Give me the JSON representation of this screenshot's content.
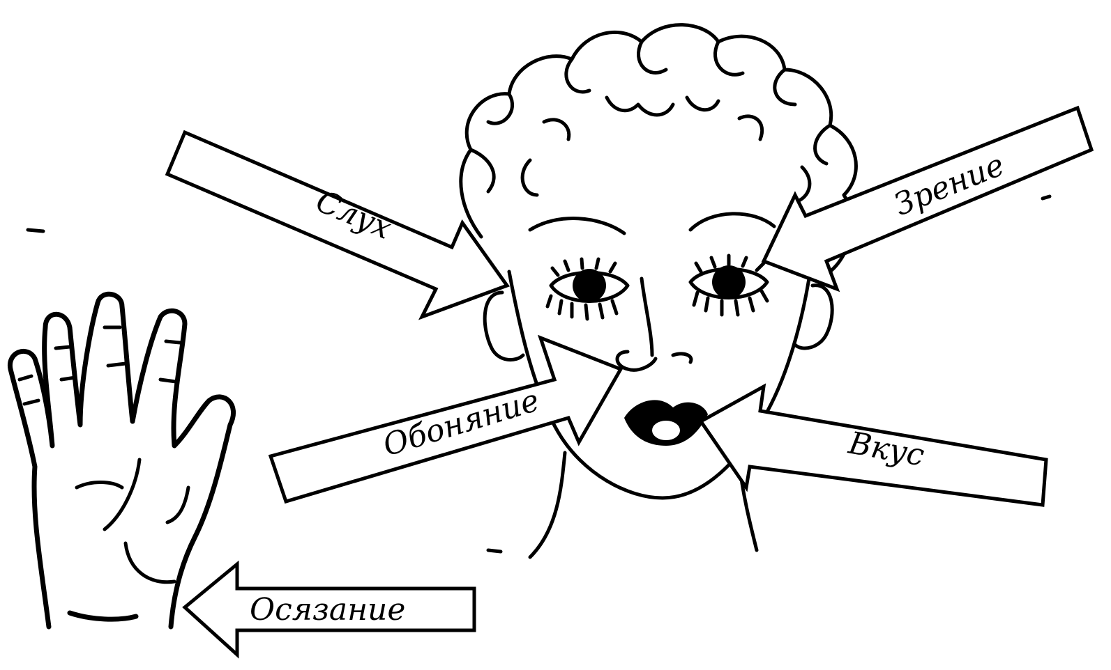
{
  "labels": {
    "hearing": "Слух",
    "sight": "Зрение",
    "smell": "Обоняние",
    "taste": "Вкус",
    "touch": "Осязание"
  }
}
